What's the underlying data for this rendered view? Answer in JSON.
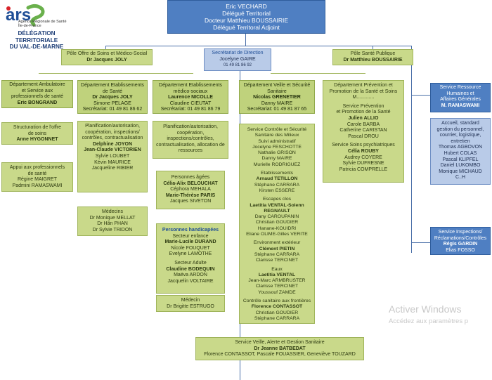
{
  "logo": {
    "ars": "ars",
    "agency_line1": "Agence Régionale de Santé",
    "agency_line2": "Île-de-France",
    "delegation_line1": "DÉLÉGATION TERRITORIALE",
    "delegation_line2": "DU VAL-DE-MARNE",
    "colors": {
      "blue": "#1f4e96",
      "green": "#6ab04c",
      "red": "#d9232a"
    }
  },
  "top": {
    "line1": "Eric VECHARD",
    "line2": "Délégué Territorial",
    "line3": "Docteur Matthieu BOUSSAIRIE",
    "line4": "Délégué Territoral Adjoint"
  },
  "secretariat": {
    "title": "Secrétariat de Direction",
    "name": "Jocelyne GAIRE",
    "phone": "01 49 81 86 92"
  },
  "pole_offre": {
    "title": "Pôle Offre de Soins et Médico-Social",
    "head": "Dr Jacques JOLY"
  },
  "pole_sante": {
    "title": "Pôle Santé Publique",
    "head": "Dr Matthieu BOUSSAIRIE"
  },
  "dept_ambu": {
    "line1": "Département Ambulatoire",
    "line2": "et Service aux",
    "line3": "professionnels de santé",
    "head": "Eric BONGRAND"
  },
  "structuration": {
    "line1": "Structuration de l'offre",
    "line2": "de soins",
    "head": "Anne HYGONNET"
  },
  "appui": {
    "line1": "Appui aux professionnels",
    "line2": "de santé",
    "name1": "Régine MAIGRET",
    "name2": "Padmini RAMASWAMI"
  },
  "dept_etab": {
    "line1": "Département Etablissements",
    "line2": "de Santé",
    "head": "Dr Jacques JOLY",
    "name": "Simone PELAGE",
    "phone": "Secrétariat: 01 49 81 86 62"
  },
  "planif1": {
    "line1": "Planification/autorisation,",
    "line2": "coopération, inspections/",
    "line3": "contrôles, contractualisation",
    "head1": "Delphine JOYON",
    "head2": "Jean-Claude VICTORIEN",
    "name1": "Sylvie LOUBET",
    "name2": "Kévin MAURICE",
    "name3": "Jacqueline RIBIER"
  },
  "medecins1": {
    "title": "Médecins",
    "name1": "Dr Monique MELLAT",
    "name2": "Dr Hân PHAN",
    "name3": "Dr Sylvie TRIDON"
  },
  "dept_ems": {
    "line1": "Département Etablissements",
    "line2": "médico-sociaux",
    "head": "Laurence NICOLLE",
    "name": "Claudine CIEUTAT",
    "phone": "Secrétariat: 01 49 81 86 79"
  },
  "planif2": {
    "line1": "Planification/autorisation,",
    "line2": "coopération,",
    "line3": "inspections/contrôles,",
    "line4": "contractualisation, allocation de",
    "line5": "ressources"
  },
  "ages": {
    "title": "Personnes âgées",
    "head1": "Célia-Alix BELOUCHAT",
    "name1": "Céphora MEHALA",
    "head2": "Marie-Thérèse PARIS",
    "name2": "Jacques SIVETON"
  },
  "handicap": {
    "title": "Personnes handicapées",
    "sub1": "Secteur enfance",
    "head1": "Marie-Lucile DURAND",
    "name1": "Nicole FOUQUET",
    "name2": "Evelyne LAMOTHE",
    "sub2": "Secteur Adulte",
    "head2": "Claudine BODEQUIN",
    "name3": "Maëva ARDON",
    "name4": "Jacquelin VOLTAIRE"
  },
  "medecin2": {
    "title": "Médecin",
    "name": "Dr Brigitte ESTRUGO"
  },
  "dept_veille": {
    "line1": "Département Veille et Sécurité",
    "line2": "Sanitaire",
    "head": "Nicolas GRENETIER",
    "name": "Danny MAIRE",
    "phone": "Secrétariat: 01 49 81 87 65"
  },
  "controle": {
    "line1": "Service Contrôle et Sécurité",
    "line2": "Sanitaire des Milieux",
    "line3": "Suivi administratif",
    "n1": "Jocelyne FESCHOTTE",
    "n2": "Nathalie GRISON",
    "n3": "Danny MAIRE",
    "n4": "Murielle RODRIGUEZ",
    "s1": "Etablissements",
    "h1": "Arnaud TETILLON",
    "n5": "Stéphane CARRARA",
    "n6": "Kirsten ESSERE",
    "s2": "Escapes clos",
    "h2a": "Laetitia VENTAL-Solenn",
    "h2b": "REGNAULT",
    "n7": "Dany CAROUPANIN",
    "n8": "Christian GOUDIER",
    "n9": "Hanane-KOUIDRI",
    "n10": "Eliane OLIME-Gilles VERITE",
    "s3": "Environment extérieur",
    "h3": "Clément PIETIN",
    "n11": "Stéphane CARRARA",
    "n12": "Clarisse TERCINET",
    "s4": "Eaux",
    "h4": "Laetitia VENTAL",
    "n13": "Jean-Marc ARMBRUSTER",
    "n14": "Clarisse TERCINET",
    "n15": "Youssouf ZAMDE",
    "s5": "Contrôle sanitaire aux frontières",
    "h5": "Florence CONTASSOT",
    "n16": "Christian GOUDIER",
    "n17": "Stéphane CARRARA"
  },
  "dept_prev": {
    "line1": "Département Prévention et",
    "line2": "Promotion de la Santé et Soins",
    "line3": "M.............",
    "s1a": "Service Prévention",
    "s1b": "et Promotion de la Santé",
    "h1": "Julien ALLIO",
    "n1": "Carole BARBA",
    "n2": "Catherine CARISTAN",
    "n3": "Pascal DROU",
    "s2": "Service Soins psychiatriques",
    "h2": "Célia ROUBY",
    "n4": "Audrey COYERE",
    "n5": "Sylvie DUFRESNE",
    "n6": "Patricia COMPRELLE"
  },
  "ressource": {
    "line1": "Service Ressource",
    "line2": "Humaines et",
    "line3": "Affaires Générales",
    "head": "M. RAMASWAMI"
  },
  "accueil": {
    "line1": "Accueil, standard",
    "line2": "gestion du personnel,",
    "line3": "courrier, logistique,",
    "line4": "entretien",
    "n1": "Thomas AGBOVON",
    "n2": "Hubert COLAS",
    "n3": "Pascal KLIPFEL",
    "n4": "Daniel LUKOMBO",
    "n5": "Monique MICHAUD",
    "n6": "C..H"
  },
  "inspections": {
    "line1": "Service Inspections/",
    "line2": "Réclamations/Contrôles",
    "head": "Régis GARDIN",
    "name": "Elias FOSSO"
  },
  "veille_alerte": {
    "line1": "Service Veille, Alerte et Gestion Sanitaire",
    "head": "Dr Jeanne BATBEDAT",
    "names": "Florence CONTASSOT, Pascale FOUASSIER, Geneviève TOUZARD"
  },
  "watermark": {
    "line1": "Activer Windows",
    "line2": "Accédez aux paramètres p"
  }
}
